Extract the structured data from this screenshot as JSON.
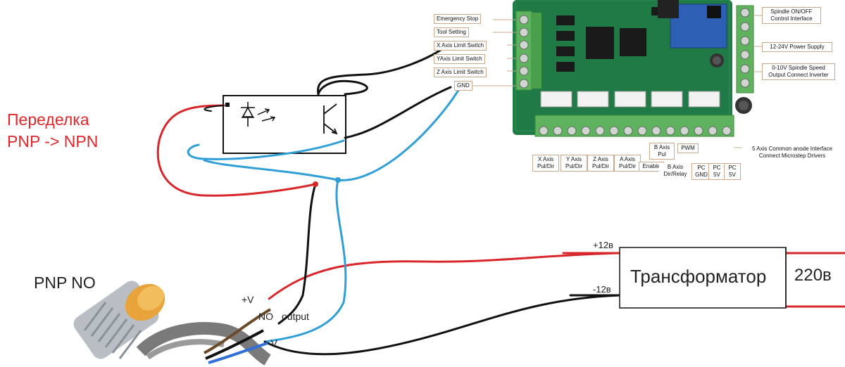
{
  "title_lines": [
    "Переделка",
    "PNP -> NPN"
  ],
  "sensor": {
    "label": "PNP NO",
    "plus_v": "+V",
    "minus_v": "-V",
    "no": "NO",
    "output": "output"
  },
  "transformer": {
    "label": "Трансформатор",
    "mains": "220в",
    "plus12": "+12в",
    "minus12": "-12в"
  },
  "board": {
    "left_labels": [
      "Emergency Stop",
      "Tool Setting",
      "X Axis Limit Switch",
      "YAxis Limit Switch",
      "Z Axis Limit Switch",
      "GND"
    ],
    "right_labels": [
      "Spindle ON/OFF Control Interface",
      "12-24V Power Supply",
      "0-10V Spindle Speed Output Connect Inverter",
      "5 Axis Common anode Interface Connect Microstep Drivers"
    ],
    "bottom_labels": [
      "X Axis Pul/Dir",
      "Y Axis Pul/Dir",
      "Z Axis Pul/Dir",
      "A Axis Pul/Dir",
      "Enable",
      "B Axis Pul",
      "B Axis Dir/Relay",
      "PWM",
      "PC GND",
      "PC 5V",
      "PC 5V"
    ]
  },
  "colors": {
    "red_wire": "#d8262b",
    "blue_wire": "#2f9fd8",
    "black_wire": "#111111",
    "board_green": "#1f7a45",
    "terminal_green": "#5fb35f",
    "title_red": "#e2262a"
  }
}
